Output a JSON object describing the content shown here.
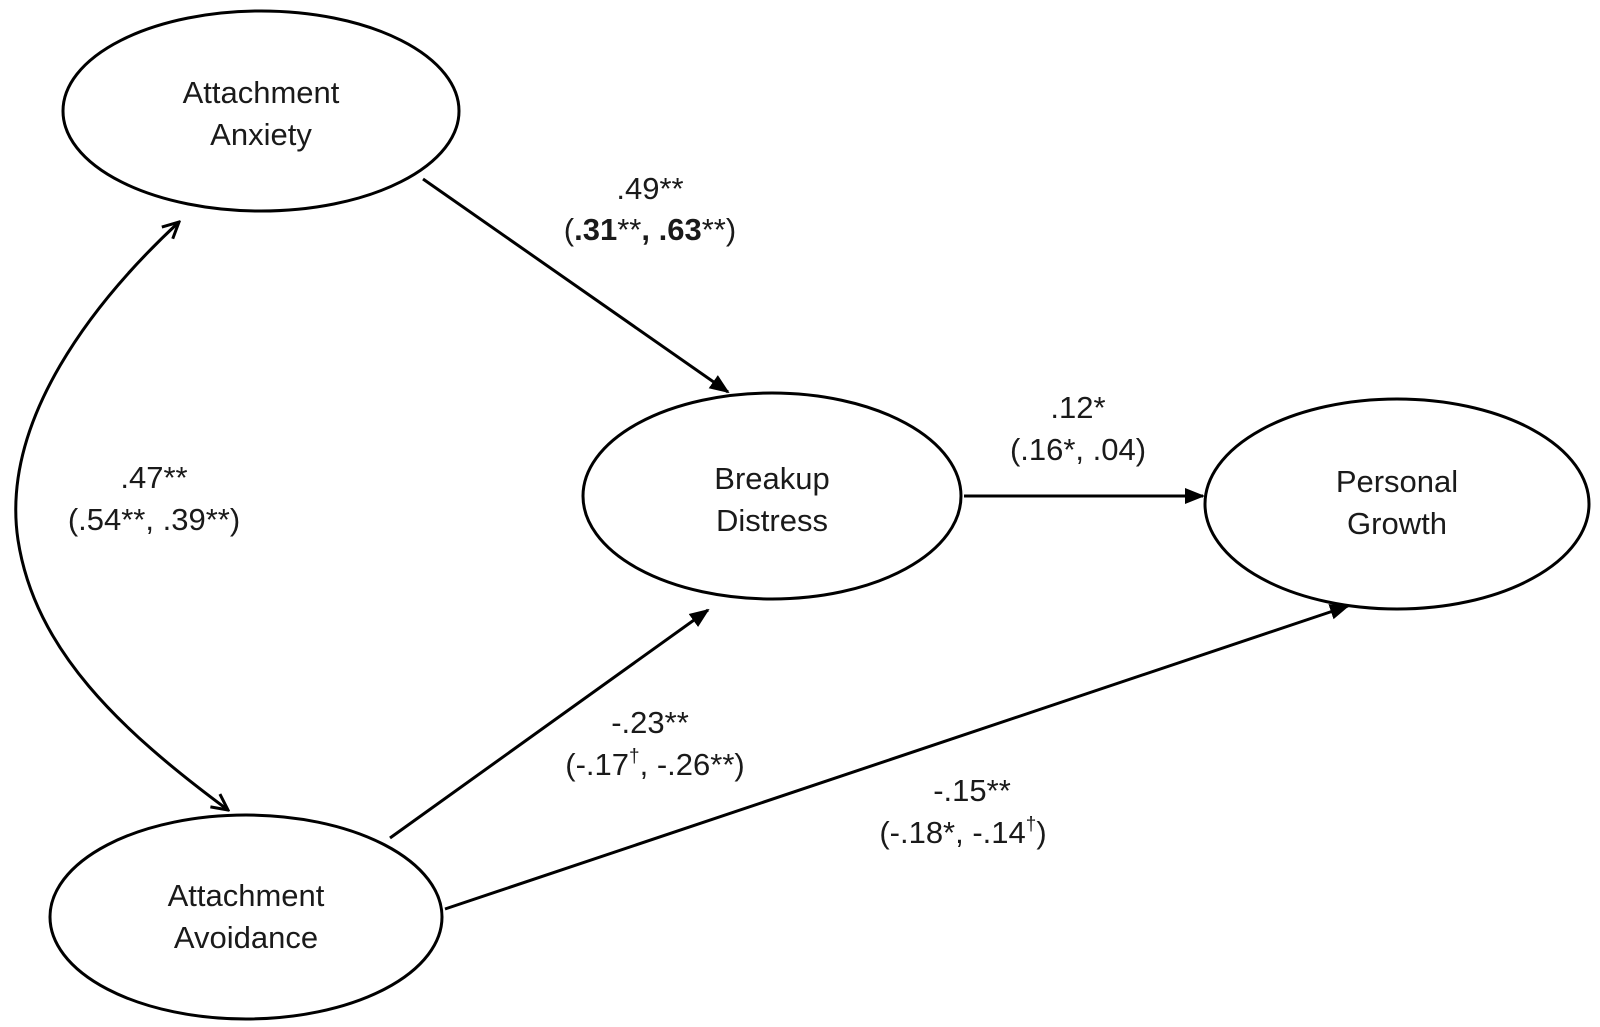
{
  "nodes": {
    "anxiety": {
      "line1": "Attachment",
      "line2": "Anxiety"
    },
    "avoidance": {
      "line1": "Attachment",
      "line2": "Avoidance"
    },
    "distress": {
      "line1": "Breakup",
      "line2": "Distress"
    },
    "growth": {
      "line1": "Personal",
      "line2": "Growth"
    }
  },
  "paths": {
    "anxiety_distress": {
      "main": ".49**",
      "open": "(",
      "v1": ".31",
      "s1": "**",
      "sep": ", ",
      "v2": ".63",
      "s2": "**",
      "close": ")"
    },
    "correlation": {
      "main": ".47**",
      "sub": "(.54**, .39**)"
    },
    "distress_growth": {
      "main": ".12*",
      "sub": "(.16*, .04)"
    },
    "avoidance_distress": {
      "main": "-.23**",
      "open": "(-.17",
      "dagger": "†",
      "rest": ", -.26**)"
    },
    "avoidance_growth": {
      "main": "-.15**",
      "open": "(-.18*, -.14",
      "dagger": "†",
      "close": ")"
    }
  }
}
